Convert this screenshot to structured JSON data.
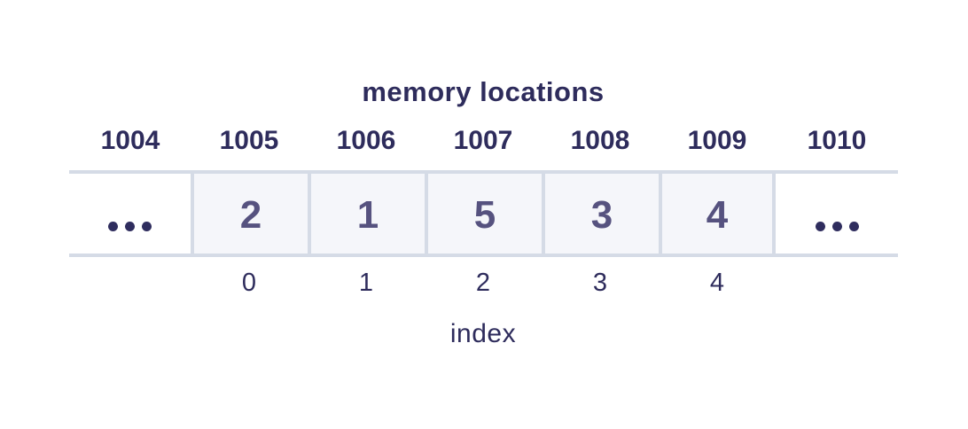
{
  "figure": {
    "title": "memory locations",
    "addresses": [
      "1004",
      "1005",
      "1006",
      "1007",
      "1008",
      "1009",
      "1010"
    ],
    "row": {
      "left_ellipsis": "...",
      "values": [
        "2",
        "1",
        "5",
        "3",
        "4"
      ],
      "right_ellipsis": "..."
    },
    "indices": [
      "0",
      "1",
      "2",
      "3",
      "4"
    ],
    "index_label": "index"
  },
  "colors": {
    "heading_text": "#2e2c5c",
    "value_text": "#56527f",
    "dot": "#2f2d5e",
    "cell_background": "#f5f6fa",
    "line": "#d5dbe6",
    "page_background": "#ffffff"
  }
}
